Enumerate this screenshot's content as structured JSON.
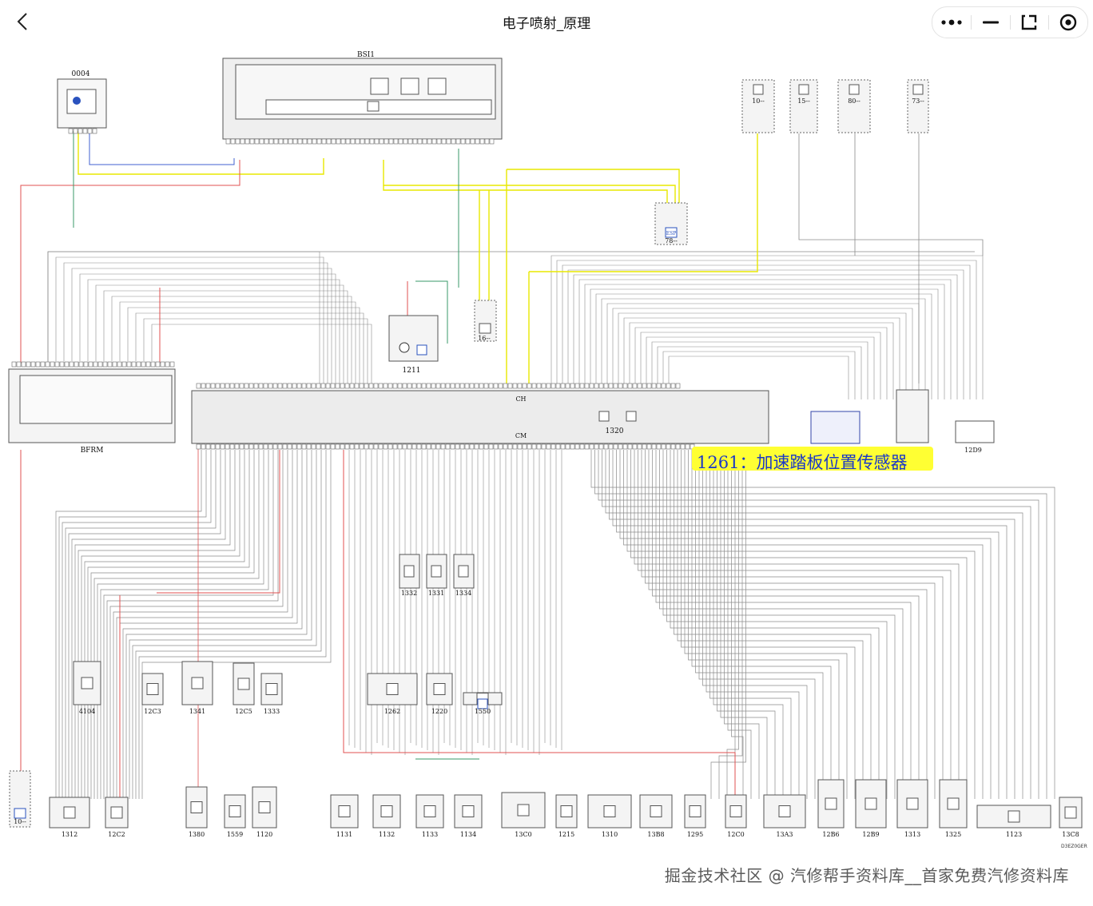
{
  "header": {
    "title": "电子喷射_原理",
    "back_icon": "chevron-left-icon",
    "menu_icon": "more-dots-icon",
    "minimize_icon": "minimize-icon",
    "restore_icon": "restore-icon",
    "close_icon": "target-close-icon"
  },
  "diagram": {
    "bsi_label": "BSI1",
    "bfrm_label": "BFRM",
    "cm_label": "CM",
    "ch_label": "CH",
    "ecu_number": "1320",
    "comp_0004": "0004",
    "comp_1211": "1211",
    "comp_16": "16--",
    "comp_78": "78--",
    "comp_10": "10--",
    "comp_15": "15--",
    "comp_80": "80--",
    "comp_73": "73--",
    "comp_12D9": "12D9",
    "comp_10b": "10--",
    "esp_label": "ESP",
    "mid_components": [
      "1332",
      "1331",
      "1334"
    ],
    "row2_components": [
      "4104",
      "12C3",
      "1341",
      "12C5",
      "1333",
      "1262",
      "1220",
      "1550"
    ],
    "bottom_components": [
      "1312",
      "12C2",
      "1380",
      "1559",
      "1120",
      "1131",
      "1132",
      "1133",
      "1134",
      "13C0",
      "1215",
      "1310",
      "13B8",
      "1295",
      "12C0",
      "13A3",
      "12B6",
      "12B9",
      "1313",
      "1325",
      "1123",
      "13C8"
    ],
    "corner_code": "D3EZ0GER"
  },
  "highlight": {
    "text": "1261：加速踏板位置传感器"
  },
  "watermark": {
    "text": "掘金技术社区 @ 汽修帮手资料库__首家免费汽修资料库"
  },
  "colors": {
    "wire_gray": "#8a8a8a",
    "wire_yellow": "#e8e800",
    "wire_red": "#e05050",
    "wire_blue": "#4060d0",
    "wire_green": "#3a9a6a",
    "highlight_bg": "#ffff33",
    "highlight_text": "#1a37c7"
  }
}
